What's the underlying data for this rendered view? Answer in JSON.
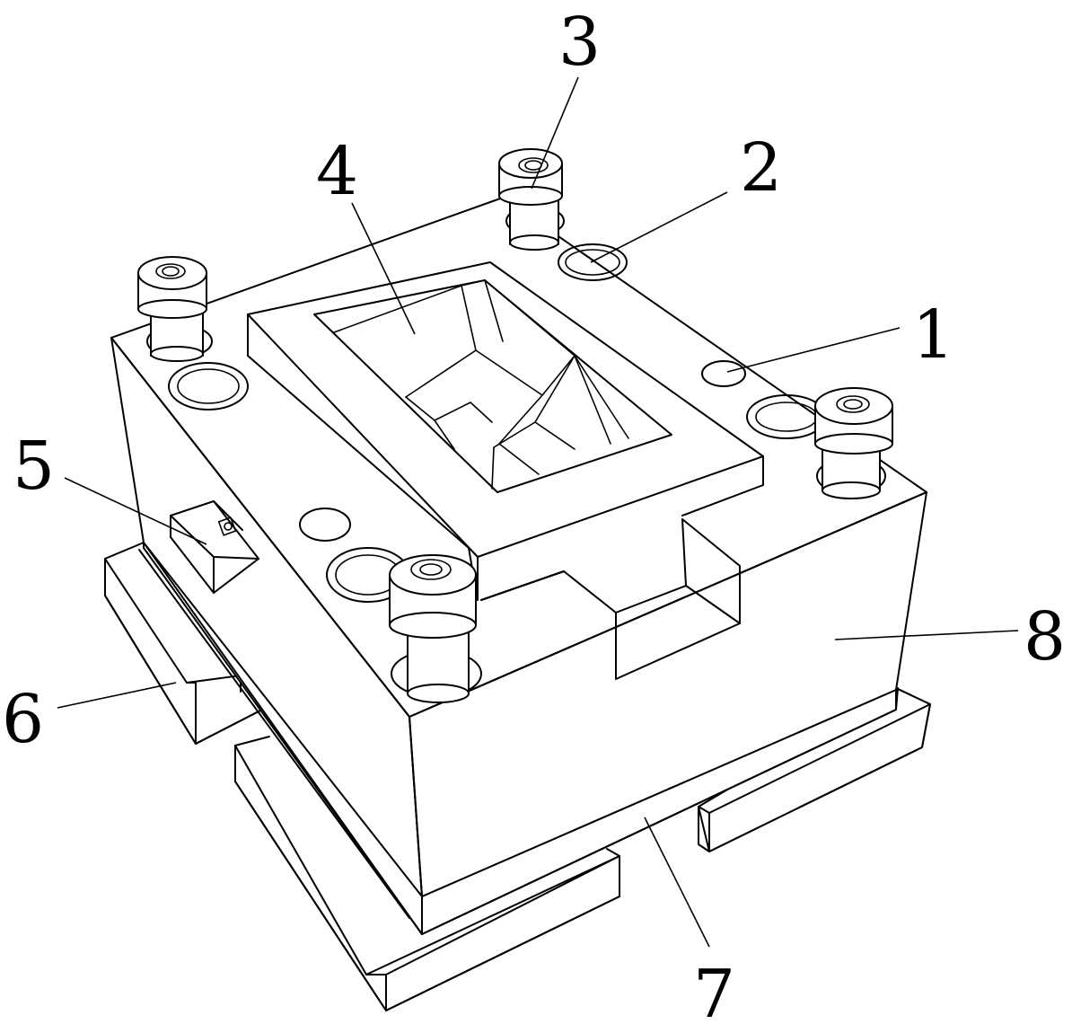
{
  "figure": {
    "labels": [
      {
        "id": "1",
        "text": "1"
      },
      {
        "id": "2",
        "text": "2"
      },
      {
        "id": "3",
        "text": "3"
      },
      {
        "id": "4",
        "text": "4"
      },
      {
        "id": "5",
        "text": "5"
      },
      {
        "id": "6",
        "text": "6"
      },
      {
        "id": "7",
        "text": "7"
      },
      {
        "id": "8",
        "text": "8"
      }
    ],
    "colors": {
      "line": "#000000",
      "background": "#ffffff"
    }
  }
}
